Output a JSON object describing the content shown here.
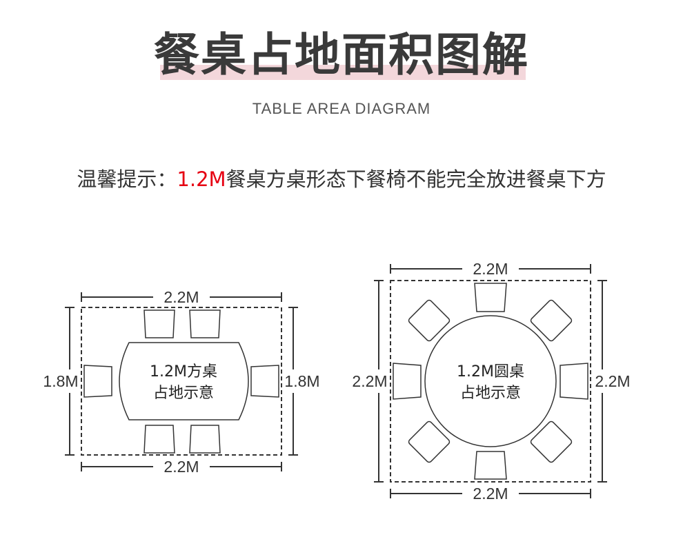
{
  "header": {
    "title": "餐桌占地面积图解",
    "subtitle": "TABLE AREA DIAGRAM"
  },
  "tip": {
    "prefix": "温馨提示：",
    "highlight": "1.2M",
    "suffix": "餐桌方桌形态下餐椅不能完全放进餐桌下方",
    "highlight_color": "#e60012"
  },
  "square_table": {
    "label_line1": "1.2M方桌",
    "label_line2": "占地示意",
    "width_top": "2.2M",
    "width_bottom": "2.2M",
    "depth_left": "1.8M",
    "depth_right": "1.8M",
    "chairs": 6
  },
  "round_table": {
    "label_line1": "1.2M圆桌",
    "label_line2": "占地示意",
    "width_top": "2.2M",
    "width_bottom": "2.2M",
    "depth_left": "2.2M",
    "depth_right": "2.2M",
    "chairs": 8
  },
  "colors": {
    "title_band": "#f3d7db",
    "text": "#333333"
  }
}
